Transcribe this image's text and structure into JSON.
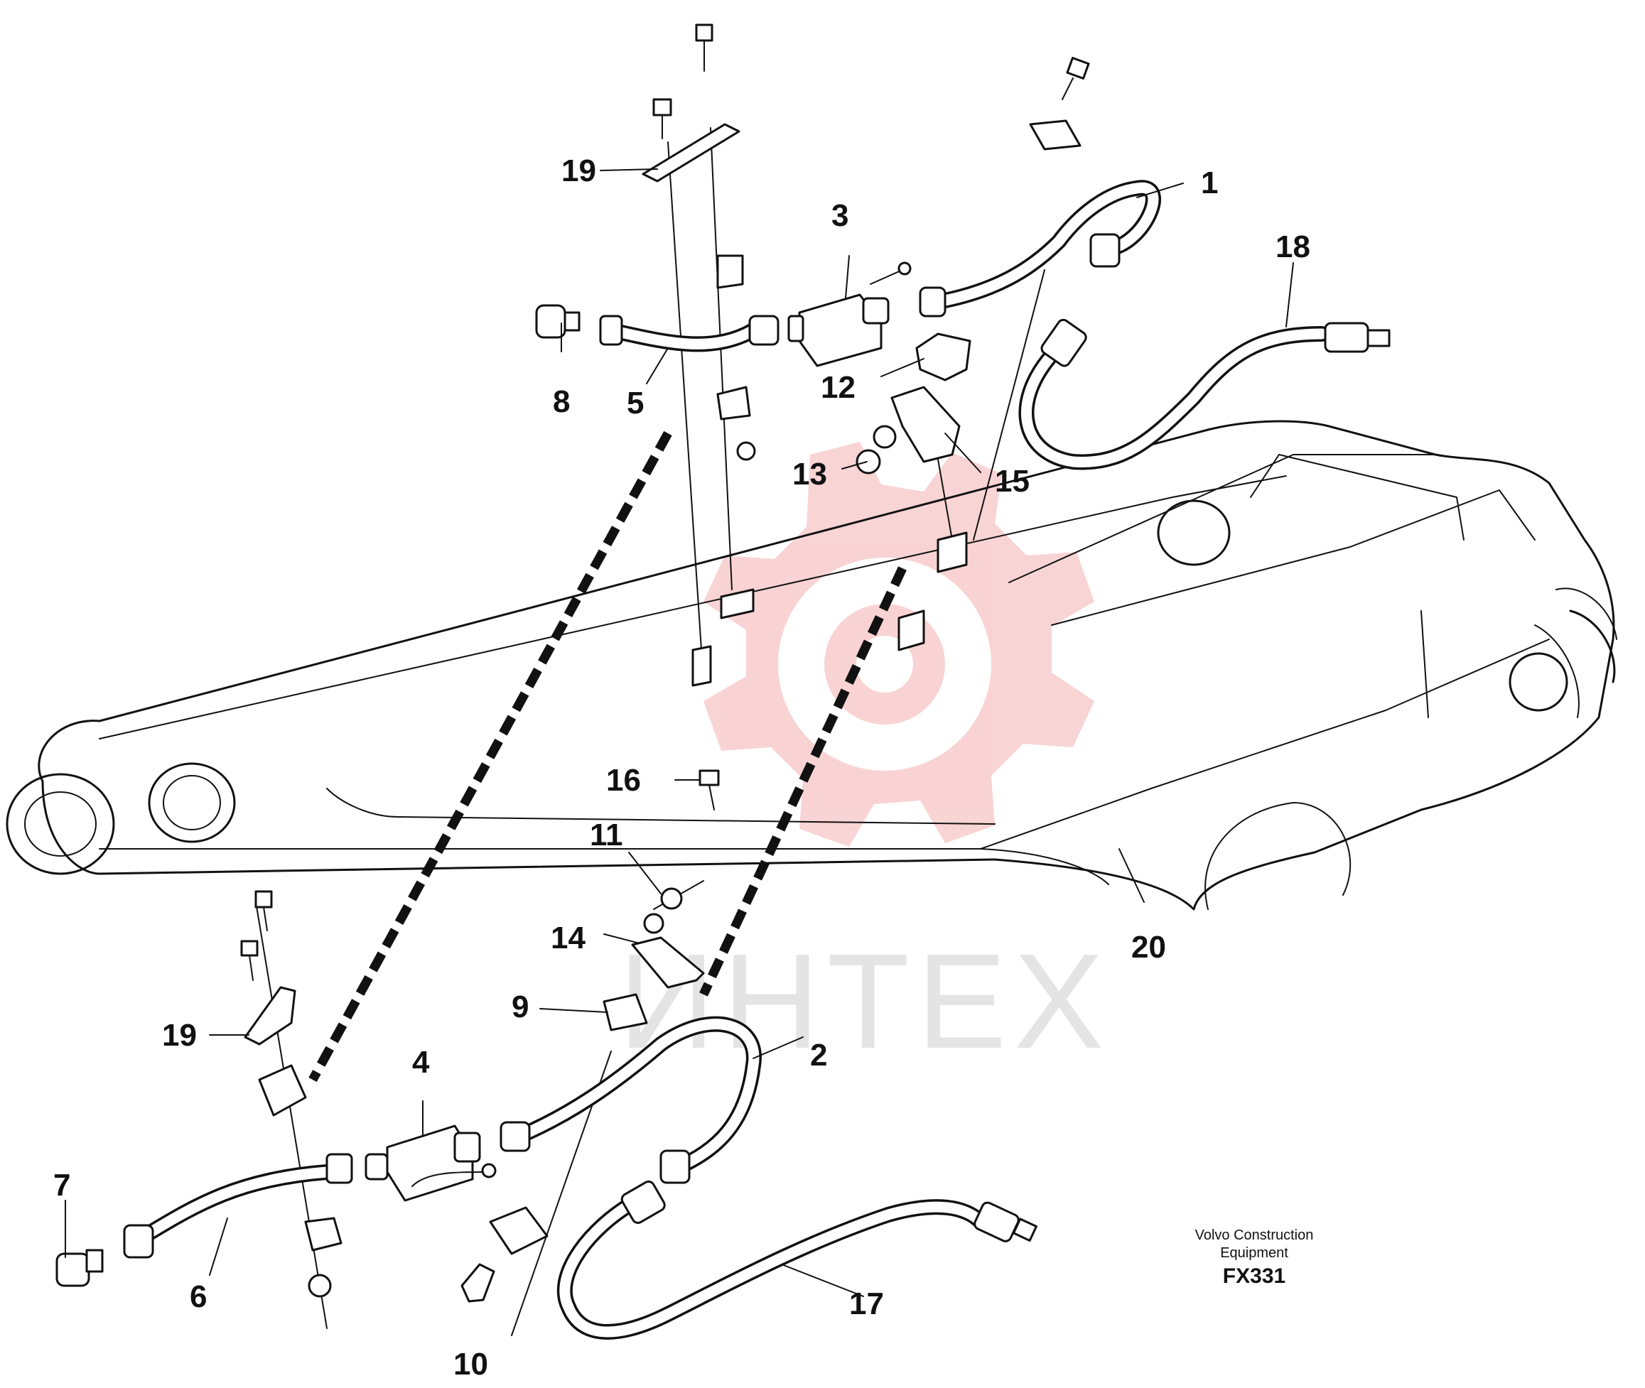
{
  "watermark": {
    "text": "ИНТЕХ",
    "color": "#f2a0a0"
  },
  "caption": {
    "line1": "Volvo Construction",
    "line2": "Equipment",
    "code": "FX331"
  },
  "callouts": [
    {
      "id": "1",
      "label": "1"
    },
    {
      "id": "2",
      "label": "2"
    },
    {
      "id": "3",
      "label": "3"
    },
    {
      "id": "4",
      "label": "4"
    },
    {
      "id": "5",
      "label": "5"
    },
    {
      "id": "6",
      "label": "6"
    },
    {
      "id": "7",
      "label": "7"
    },
    {
      "id": "8",
      "label": "8"
    },
    {
      "id": "9",
      "label": "9"
    },
    {
      "id": "10",
      "label": "10"
    },
    {
      "id": "11",
      "label": "11"
    },
    {
      "id": "12",
      "label": "12"
    },
    {
      "id": "13",
      "label": "13"
    },
    {
      "id": "14",
      "label": "14"
    },
    {
      "id": "15",
      "label": "15"
    },
    {
      "id": "16",
      "label": "16"
    },
    {
      "id": "17",
      "label": "17"
    },
    {
      "id": "18",
      "label": "18"
    },
    {
      "id": "19a",
      "label": "19"
    },
    {
      "id": "19b",
      "label": "19"
    },
    {
      "id": "20",
      "label": "20"
    }
  ]
}
